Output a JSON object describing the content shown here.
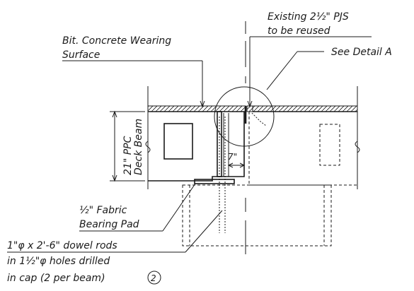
{
  "labels": {
    "existing_pjs_line1": "Existing 2½\" PJS",
    "existing_pjs_line2": "to be reused",
    "see_detail": "See Detail A",
    "wearing_surface_line1": "Bit. Concrete Wearing",
    "wearing_surface_line2": "Surface",
    "deck_beam_line1": "21\" PPC",
    "deck_beam_line2": "Deck Beam",
    "seven_inch": "7\"",
    "bearing_pad_line1": "½\" Fabric",
    "bearing_pad_line2": "Bearing Pad",
    "dowel_line1": "1\"φ x 2'-6\" dowel rods",
    "dowel_line2": "in 1½\"φ holes drilled",
    "dowel_line3": "in cap (2 per beam)",
    "note_number": "2"
  }
}
